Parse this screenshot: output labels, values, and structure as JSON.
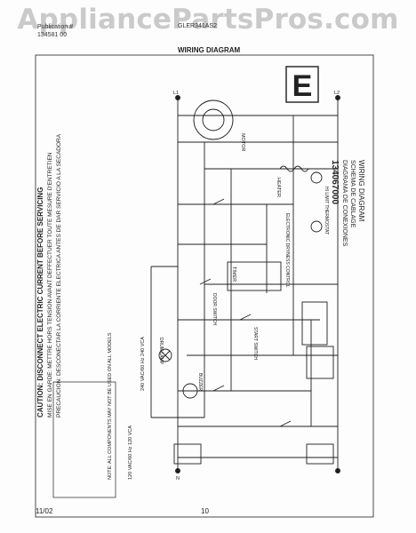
{
  "header": {
    "watermark": "AppliancePartsPros.com",
    "publication_line": "Publication #",
    "part_line": "134581 00",
    "model_line": "GLER341AS2",
    "title": "WIRING DIAGRAM"
  },
  "caution": {
    "en": "CAUTION: DISCONNECT ELECTRIC CURRENT BEFORE SERVICING",
    "fr": "MISE EN GARDE: METTRE HORS TENSION AVANT DEFFECTUER TOUTE MESURE D'ENTRETIEN",
    "es": "PRECAUCION: DESCONECTAR LA CORRIENTE ELECTRICA ANTES DE DAR SERVICIO A LA SECADORA"
  },
  "title_block": {
    "letter": "E",
    "line1": "WIRING DIAGRAM",
    "line2": "SCHEMA DE CABLAGE",
    "line3": "DIAGRAMA DE CONEXIONES",
    "number": "134067000"
  },
  "labels": {
    "l1": "L1",
    "l2": "L2",
    "n": "N",
    "voltage_120": "120 VAC/60 Hz 120 VCA",
    "voltage_240": "240 VAC/60 Hz 240 VCA",
    "motor": "MOTOR",
    "timer": "TIMER",
    "heater": "HEATER",
    "thermostat": "HI LIMIT THERMOSTAT",
    "door_switch": "DOOR SWITCH",
    "start_switch": "START SWITCH",
    "drum_lamp": "DRUM LAMP",
    "dryness": "ELECTRONIC DRYNESS CONTROL",
    "buzzer": "BUZZER",
    "note": "NOTE: ALL COMPONENTS MAY NOT BE USED ON ALL MODELS"
  },
  "footer": {
    "date": "11/02",
    "page": "10"
  }
}
